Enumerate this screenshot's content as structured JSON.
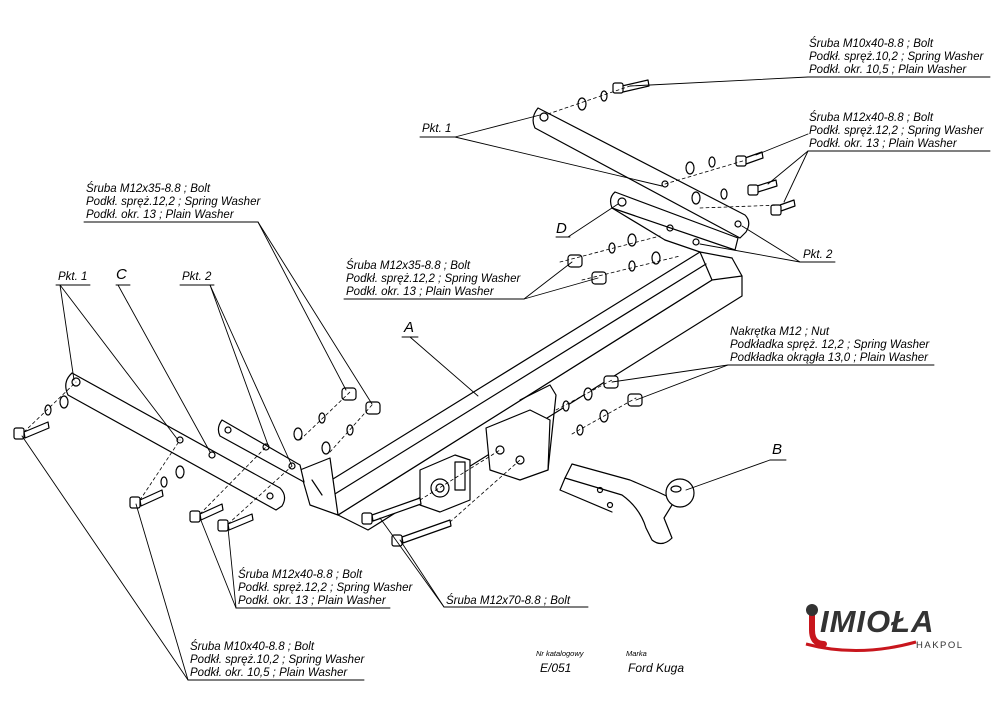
{
  "labels": {
    "bolt_m10_top": [
      "Śruba M10x40-8.8 ;  Bolt",
      "Podkł. spręż.10,2 ; Spring Washer",
      "Podkł. okr. 10,5 ; Plain Washer"
    ],
    "bolt_m12x40_top": [
      "Śruba M12x40-8.8 ;  Bolt",
      "Podkł. spręż.12,2 ; Spring Washer",
      "Podkł. okr. 13 ; Plain Washer"
    ],
    "bolt_m12x35_left": [
      "Śruba M12x35-8.8 ;  Bolt",
      "Podkł. spręż.12,2 ; Spring Washer",
      "Podkł. okr. 13 ; Plain Washer"
    ],
    "bolt_m12x35_mid": [
      "Śruba M12x35-8.8 ;  Bolt",
      "Podkł. spręż.12,2 ; Spring Washer",
      "Podkł. okr. 13 ; Plain Washer"
    ],
    "nut_m12": [
      "Nakrętka  M12 ; Nut",
      "Podkładka spręż. 12,2 ; Spring Washer",
      "Podkładka okrągła 13,0 ;  Plain Washer"
    ],
    "bolt_m12x40_bottom": [
      "Śruba M12x40-8.8 ;  Bolt",
      "Podkł. spręż.12,2 ; Spring Washer",
      "Podkł. okr. 13 ; Plain Washer"
    ],
    "bolt_m12x70": "Śruba M12x70-8.8 ;  Bolt",
    "bolt_m10_bottom": [
      "Śruba M10x40-8.8 ;  Bolt",
      "Podkł. spręż.10,2 ; Spring Washer",
      "Podkł. okr. 10,5 ; Plain Washer"
    ],
    "pkt1_top": "Pkt. 1",
    "pkt2_right": "Pkt. 2",
    "pkt1_left": "Pkt. 1",
    "pkt2_left": "Pkt. 2",
    "part_a": "A",
    "part_b": "B",
    "part_c": "C",
    "part_d": "D"
  },
  "meta": {
    "catalog_label": "Nr katalogowy",
    "catalog_value": "E/051",
    "brand_label": "Marka",
    "brand_value": "Ford Kuga"
  },
  "logo": {
    "word": "IMIOŁA",
    "sub": "HAKPOL"
  },
  "colors": {
    "ink": "#000000",
    "logo_red": "#c8161d",
    "logo_grey": "#333333"
  }
}
